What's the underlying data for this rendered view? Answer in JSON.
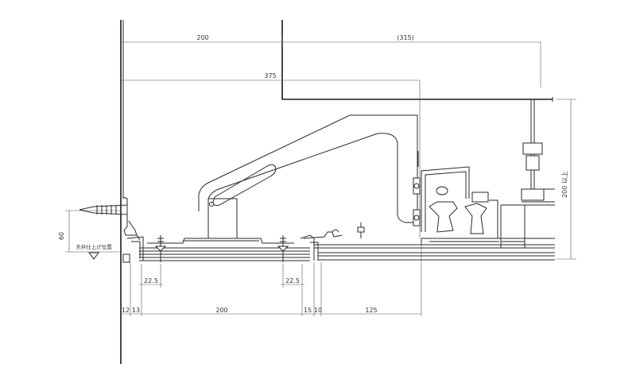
{
  "dimensions": {
    "top_200": "200",
    "top_315": "(315)",
    "top_375": "375",
    "bottom_12": "12",
    "bottom_13": "13",
    "bottom_200": "200",
    "bottom_15": "15",
    "bottom_10": "10",
    "bottom_125": "125",
    "inner_22_5_left": "22.5",
    "inner_22_5_right": "22.5",
    "left_60": "60",
    "right_200": "200 以上"
  },
  "labels": {
    "ceiling_finish_position": "天井仕上げ位置"
  }
}
